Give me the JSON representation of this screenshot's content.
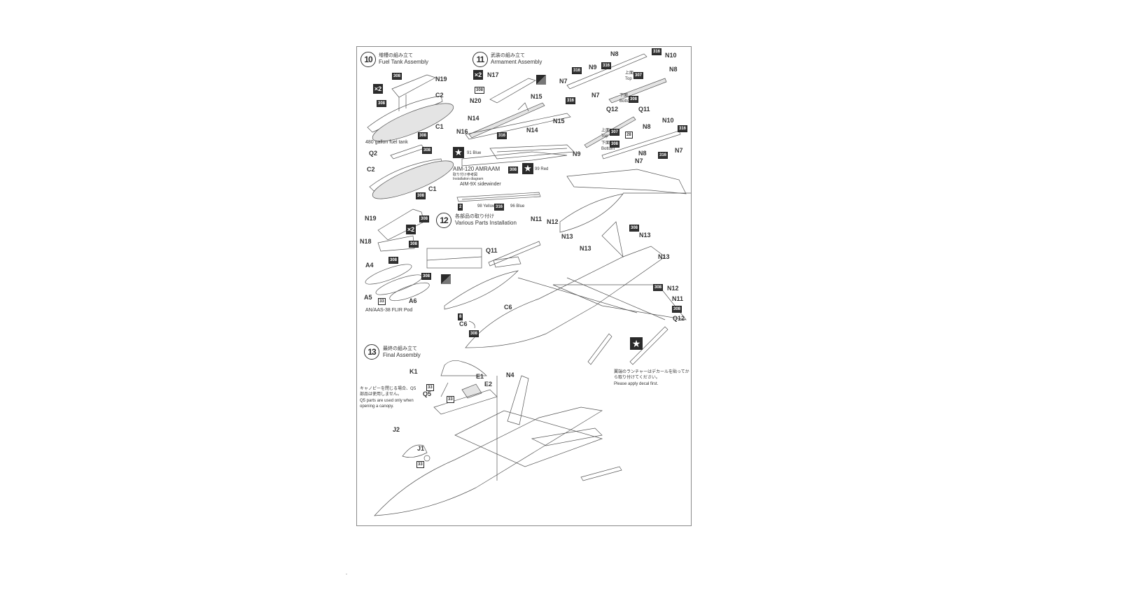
{
  "document": {
    "type": "model kit instruction sheet page",
    "steps": [
      {
        "number": "10",
        "title_jp": "増槽の組み立て",
        "title_en": "Fuel Tank Assembly",
        "captions": [
          "480 gallon fuel tank",
          "AN/AAS-38 FLIR Pod"
        ],
        "labels": [
          "N19",
          "C2",
          "C1",
          "Q2",
          "C2",
          "C1",
          "N19",
          "N18",
          "A4",
          "A5",
          "A6"
        ],
        "paint_codes": [
          "308",
          "308",
          "308",
          "308",
          "308",
          "308",
          "308",
          "308",
          "308",
          "33"
        ],
        "multipliers": [
          "×2",
          "×2"
        ]
      },
      {
        "number": "11",
        "title_jp": "武装の組み立て",
        "title_en": "Armament Assembly",
        "captions": [
          "AIM-120 AMRAAM",
          "取り付け参考図",
          "Installation diagram",
          "AIM-9X sidewinder"
        ],
        "labels": [
          "N17",
          "N20",
          "N15",
          "N14",
          "N15",
          "N16",
          "N14",
          "N8",
          "N10",
          "N9",
          "N8",
          "N7",
          "N7",
          "Q12",
          "Q11",
          "N10",
          "N8",
          "N7",
          "N9",
          "N8",
          "N7"
        ],
        "paint_codes": [
          "308",
          "316",
          "316",
          "316",
          "316",
          "316",
          "307",
          "308",
          "307",
          "308",
          "316",
          "316",
          "28",
          "2",
          "316"
        ],
        "color_notes": [
          {
            "code": "91",
            "label": "Blue"
          },
          {
            "code": "99",
            "label": "Red"
          },
          {
            "code": "98",
            "label": "Yellow"
          },
          {
            "code": "96",
            "label": "Blue"
          }
        ],
        "top_bottom": [
          {
            "jp": "上面",
            "en": "Top",
            "code": "307"
          },
          {
            "jp": "下面",
            "en": "Bottom",
            "code": "308"
          }
        ],
        "multipliers": [
          "×2"
        ]
      },
      {
        "number": "12",
        "title_jp": "各部品の取り付け",
        "title_en": "Various Parts Installation",
        "labels": [
          "N11",
          "N12",
          "N13",
          "N13",
          "N13",
          "N13",
          "Q11",
          "N12",
          "N11",
          "Q12",
          "C6",
          "C6"
        ],
        "paint_codes": [
          "308",
          "308",
          "308",
          "308",
          "8",
          "308"
        ],
        "note_jp": "翼端のランチャーはデカールを貼ってから取り付けてください。",
        "note_en": "Please apply decal first."
      },
      {
        "number": "13",
        "title_jp": "最終の組み立て",
        "title_en": "Final Assembly",
        "labels": [
          "K1",
          "E1",
          "E2",
          "N4",
          "Q5",
          "J2",
          "J1"
        ],
        "paint_codes": [
          "33",
          "33",
          "33"
        ],
        "note_jp": "キャノピーを閉じる場合、Q5部品は使用しません。",
        "note_en": "Q5 parts are used only when opening a canopy."
      }
    ]
  },
  "icons": {
    "multiplier": "x2-badge",
    "star_decal": "star-insignia-decal-icon",
    "decal_stripe": "decal-stripe-icon"
  }
}
